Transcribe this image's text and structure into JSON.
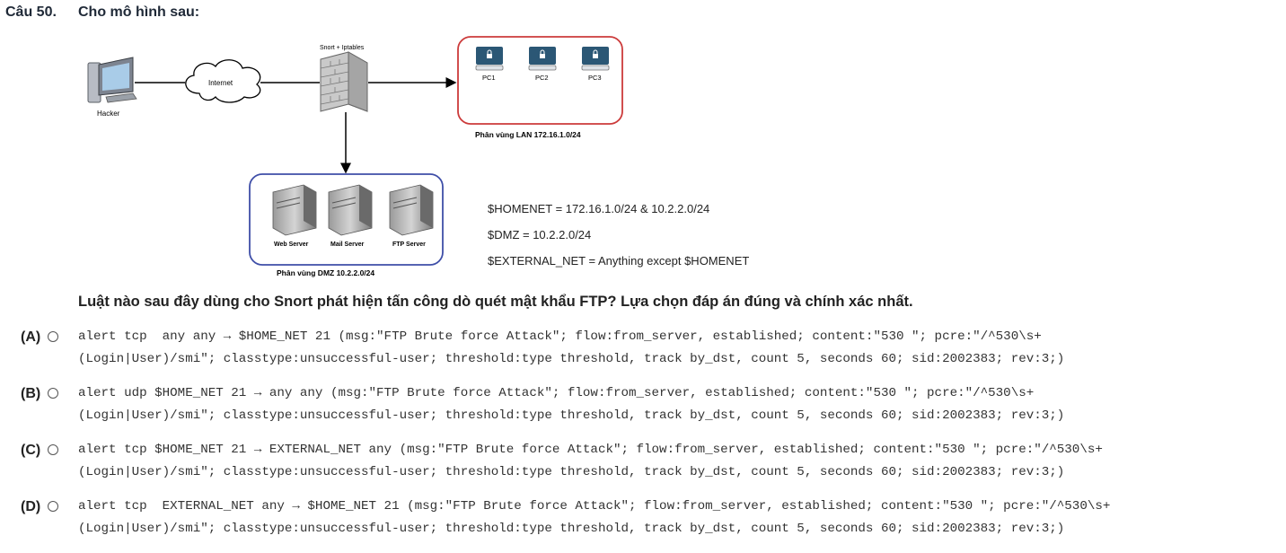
{
  "question": {
    "number": "Câu 50.",
    "header": "Cho mô hình sau:",
    "prompt": "Luật nào sau đây dùng cho Snort phát hiện tấn công dò quét mật khẩu FTP? Lựa chọn đáp án đúng và chính xác nhất."
  },
  "diagram": {
    "hacker": "Hacker",
    "internet": "Internet",
    "firewall": "Snort + Iptables",
    "lan_pcs": [
      "PC1",
      "PC2",
      "PC3"
    ],
    "lan_zone": "Phân vùng LAN 172.16.1.0/24",
    "dmz_servers": [
      "Web Server",
      "Mail Server",
      "FTP Server"
    ],
    "dmz_zone": "Phân vùng DMZ 10.2.2.0/24",
    "vars": [
      "$HOMENET = 172.16.1.0/24 & 10.2.2.0/24",
      "$DMZ = 10.2.2.0/24",
      "$EXTERNAL_NET = Anything except $HOMENET"
    ]
  },
  "options": [
    {
      "label": "(A)",
      "line1": "alert tcp  any any → $HOME_NET 21 (msg:\"FTP Brute force Attack\"; flow:from_server, established; content:\"530 \"; pcre:\"/^530\\s+",
      "line2": "(Login|User)/smi\"; classtype:unsuccessful-user; threshold:type threshold, track by_dst, count 5, seconds 60; sid:2002383; rev:3;)"
    },
    {
      "label": "(B)",
      "line1": "alert udp $HOME_NET 21 → any any (msg:\"FTP Brute force Attack\"; flow:from_server, established; content:\"530 \"; pcre:\"/^530\\s+",
      "line2": "(Login|User)/smi\"; classtype:unsuccessful-user; threshold:type threshold, track by_dst, count 5, seconds 60; sid:2002383; rev:3;)"
    },
    {
      "label": "(C)",
      "line1": "alert tcp $HOME_NET 21 → EXTERNAL_NET any (msg:\"FTP Brute force Attack\"; flow:from_server, established; content:\"530 \"; pcre:\"/^530\\s+",
      "line2": "(Login|User)/smi\"; classtype:unsuccessful-user; threshold:type threshold, track by_dst, count 5, seconds 60; sid:2002383; rev:3;)"
    },
    {
      "label": "(D)",
      "line1": "alert tcp  EXTERNAL_NET any → $HOME_NET 21 (msg:\"FTP Brute force Attack\"; flow:from_server, established; content:\"530 \"; pcre:\"/^530\\s+",
      "line2": "(Login|User)/smi\"; classtype:unsuccessful-user; threshold:type threshold, track by_dst, count 5, seconds 60; sid:2002383; rev:3;)"
    }
  ]
}
